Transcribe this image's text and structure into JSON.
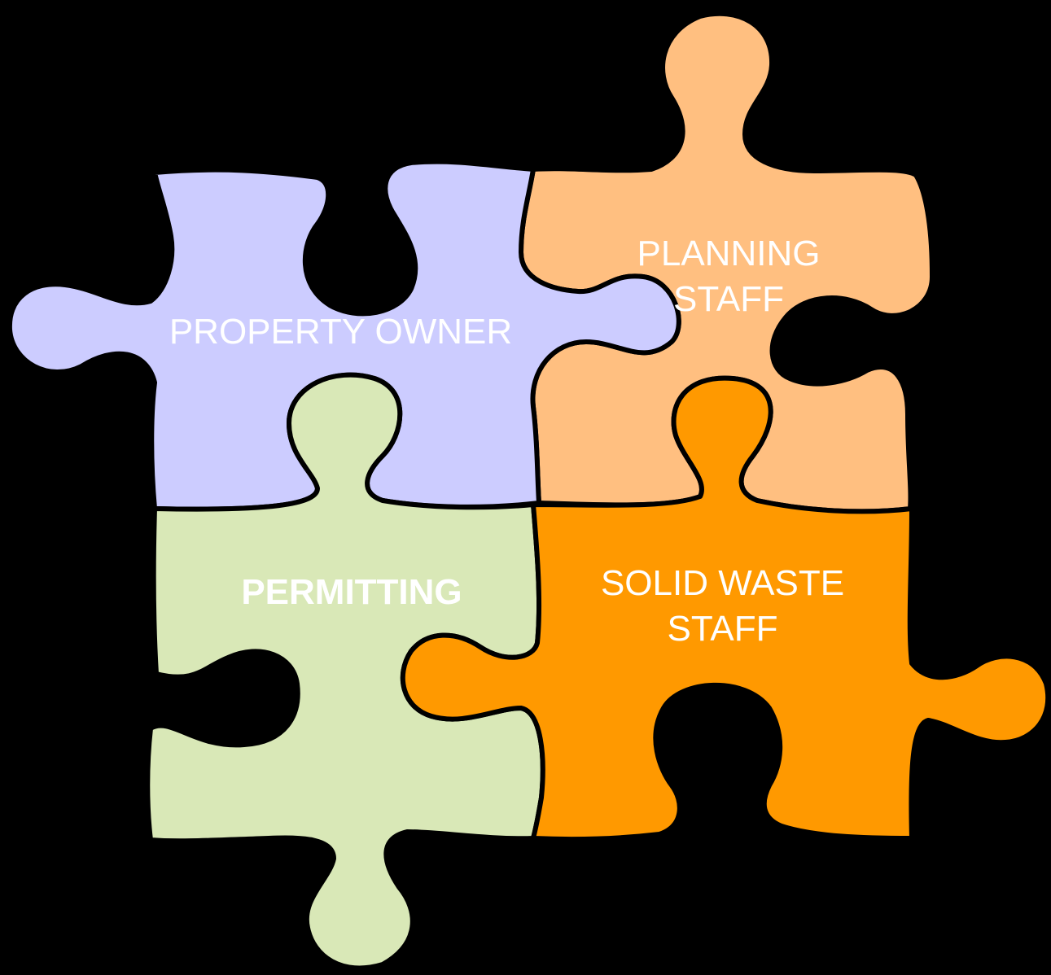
{
  "pieces": {
    "property_owner": {
      "label": "PROPERTY OWNER",
      "color": "#ccccff"
    },
    "planning_staff": {
      "line1": "PLANNING",
      "line2": "STAFF",
      "color": "#ffbf80"
    },
    "permitting": {
      "label": "PERMITTING",
      "color": "#d9e8b7"
    },
    "solid_waste_staff": {
      "line1": "SOLID WASTE",
      "line2": "STAFF",
      "color": "#ff9900"
    }
  },
  "background": "#000000",
  "text_color": "#ffffff"
}
